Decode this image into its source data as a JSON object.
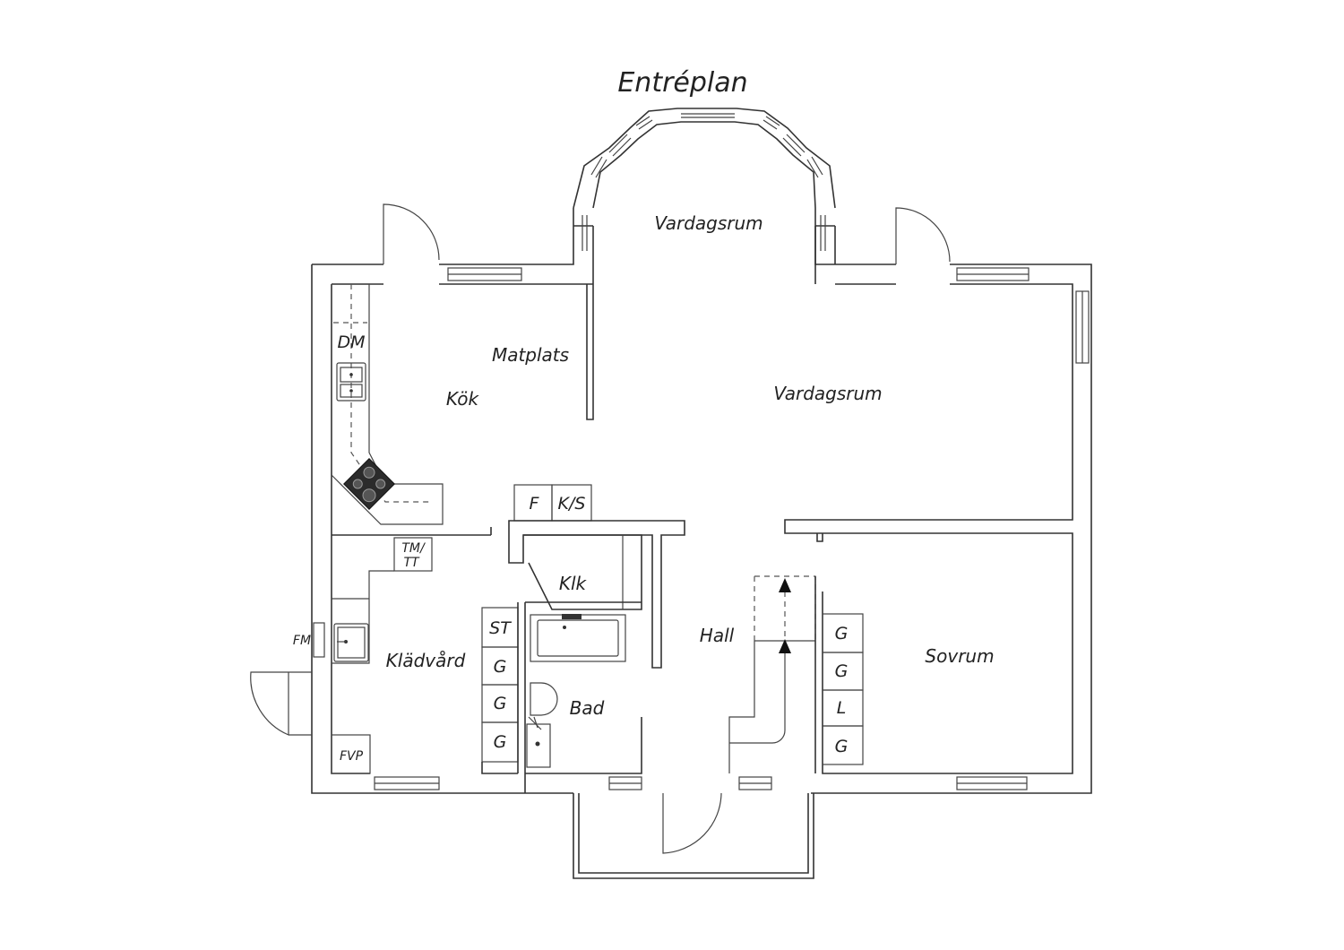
{
  "title": "Entréplan",
  "rooms": {
    "vardagsrum_bay": "Vardagsrum",
    "vardagsrum": "Vardagsrum",
    "matplats": "Matplats",
    "kok": "Kök",
    "hall": "Hall",
    "sovrum": "Sovrum",
    "kladvard": "Klädvård",
    "bad": "Bad",
    "klk": "Klk"
  },
  "fixtures": {
    "dm": "DM",
    "f": "F",
    "ks": "K/S",
    "tm": "TM/",
    "tt": "TT",
    "fm": "FM",
    "fvp": "FVP",
    "st": "ST",
    "g_bad_1": "G",
    "g_bad_2": "G",
    "g_bad_3": "G",
    "g_sov_1": "G",
    "g_sov_2": "G",
    "l_sov": "L",
    "g_sov_3": "G"
  },
  "icons": [
    "sink-icon",
    "stove-icon",
    "door-swing-icon",
    "window-icon",
    "toilet-icon",
    "bathtub-icon",
    "stairs-arrow-icon"
  ]
}
